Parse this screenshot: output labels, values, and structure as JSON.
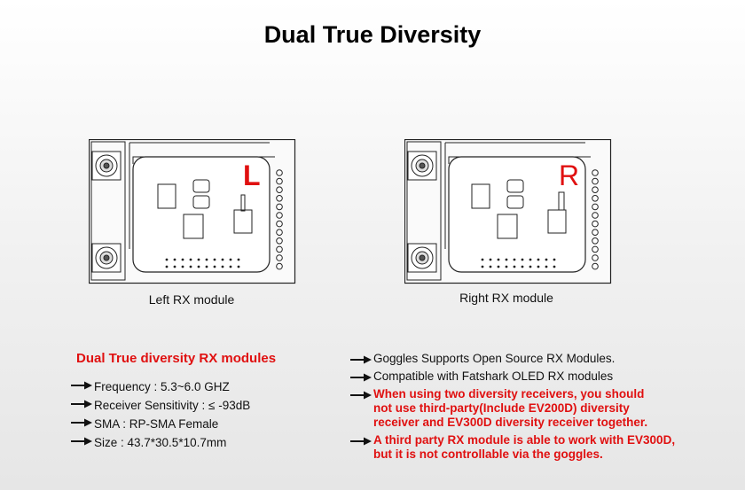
{
  "title": "Dual True Diversity",
  "modules": [
    {
      "letter": "L",
      "caption": "Left RX module"
    },
    {
      "letter": "R",
      "caption": "Right RX module"
    }
  ],
  "specs": {
    "heading": "Dual True diversity RX modules",
    "items": [
      "Frequency : 5.3~6.0 GHZ",
      "Receiver Sensitivity : ≤ -93dB",
      "SMA : RP-SMA Female",
      "Size : 43.7*30.5*10.7mm"
    ]
  },
  "features": [
    {
      "text": "Goggles Supports Open Source RX Modules."
    },
    {
      "text": "Compatible with Fatshark OLED RX modules"
    },
    {
      "text": "When using two diversity receivers, you should\nnot use third-party(Include EV200D) diversity\nreceiver and EV300D diversity receiver together."
    },
    {
      "text": "A third party RX module is able to work with EV300D,\nbut it is not controllable via the goggles."
    }
  ],
  "colors": {
    "accent_red": "#e01010",
    "line": "#222222"
  }
}
